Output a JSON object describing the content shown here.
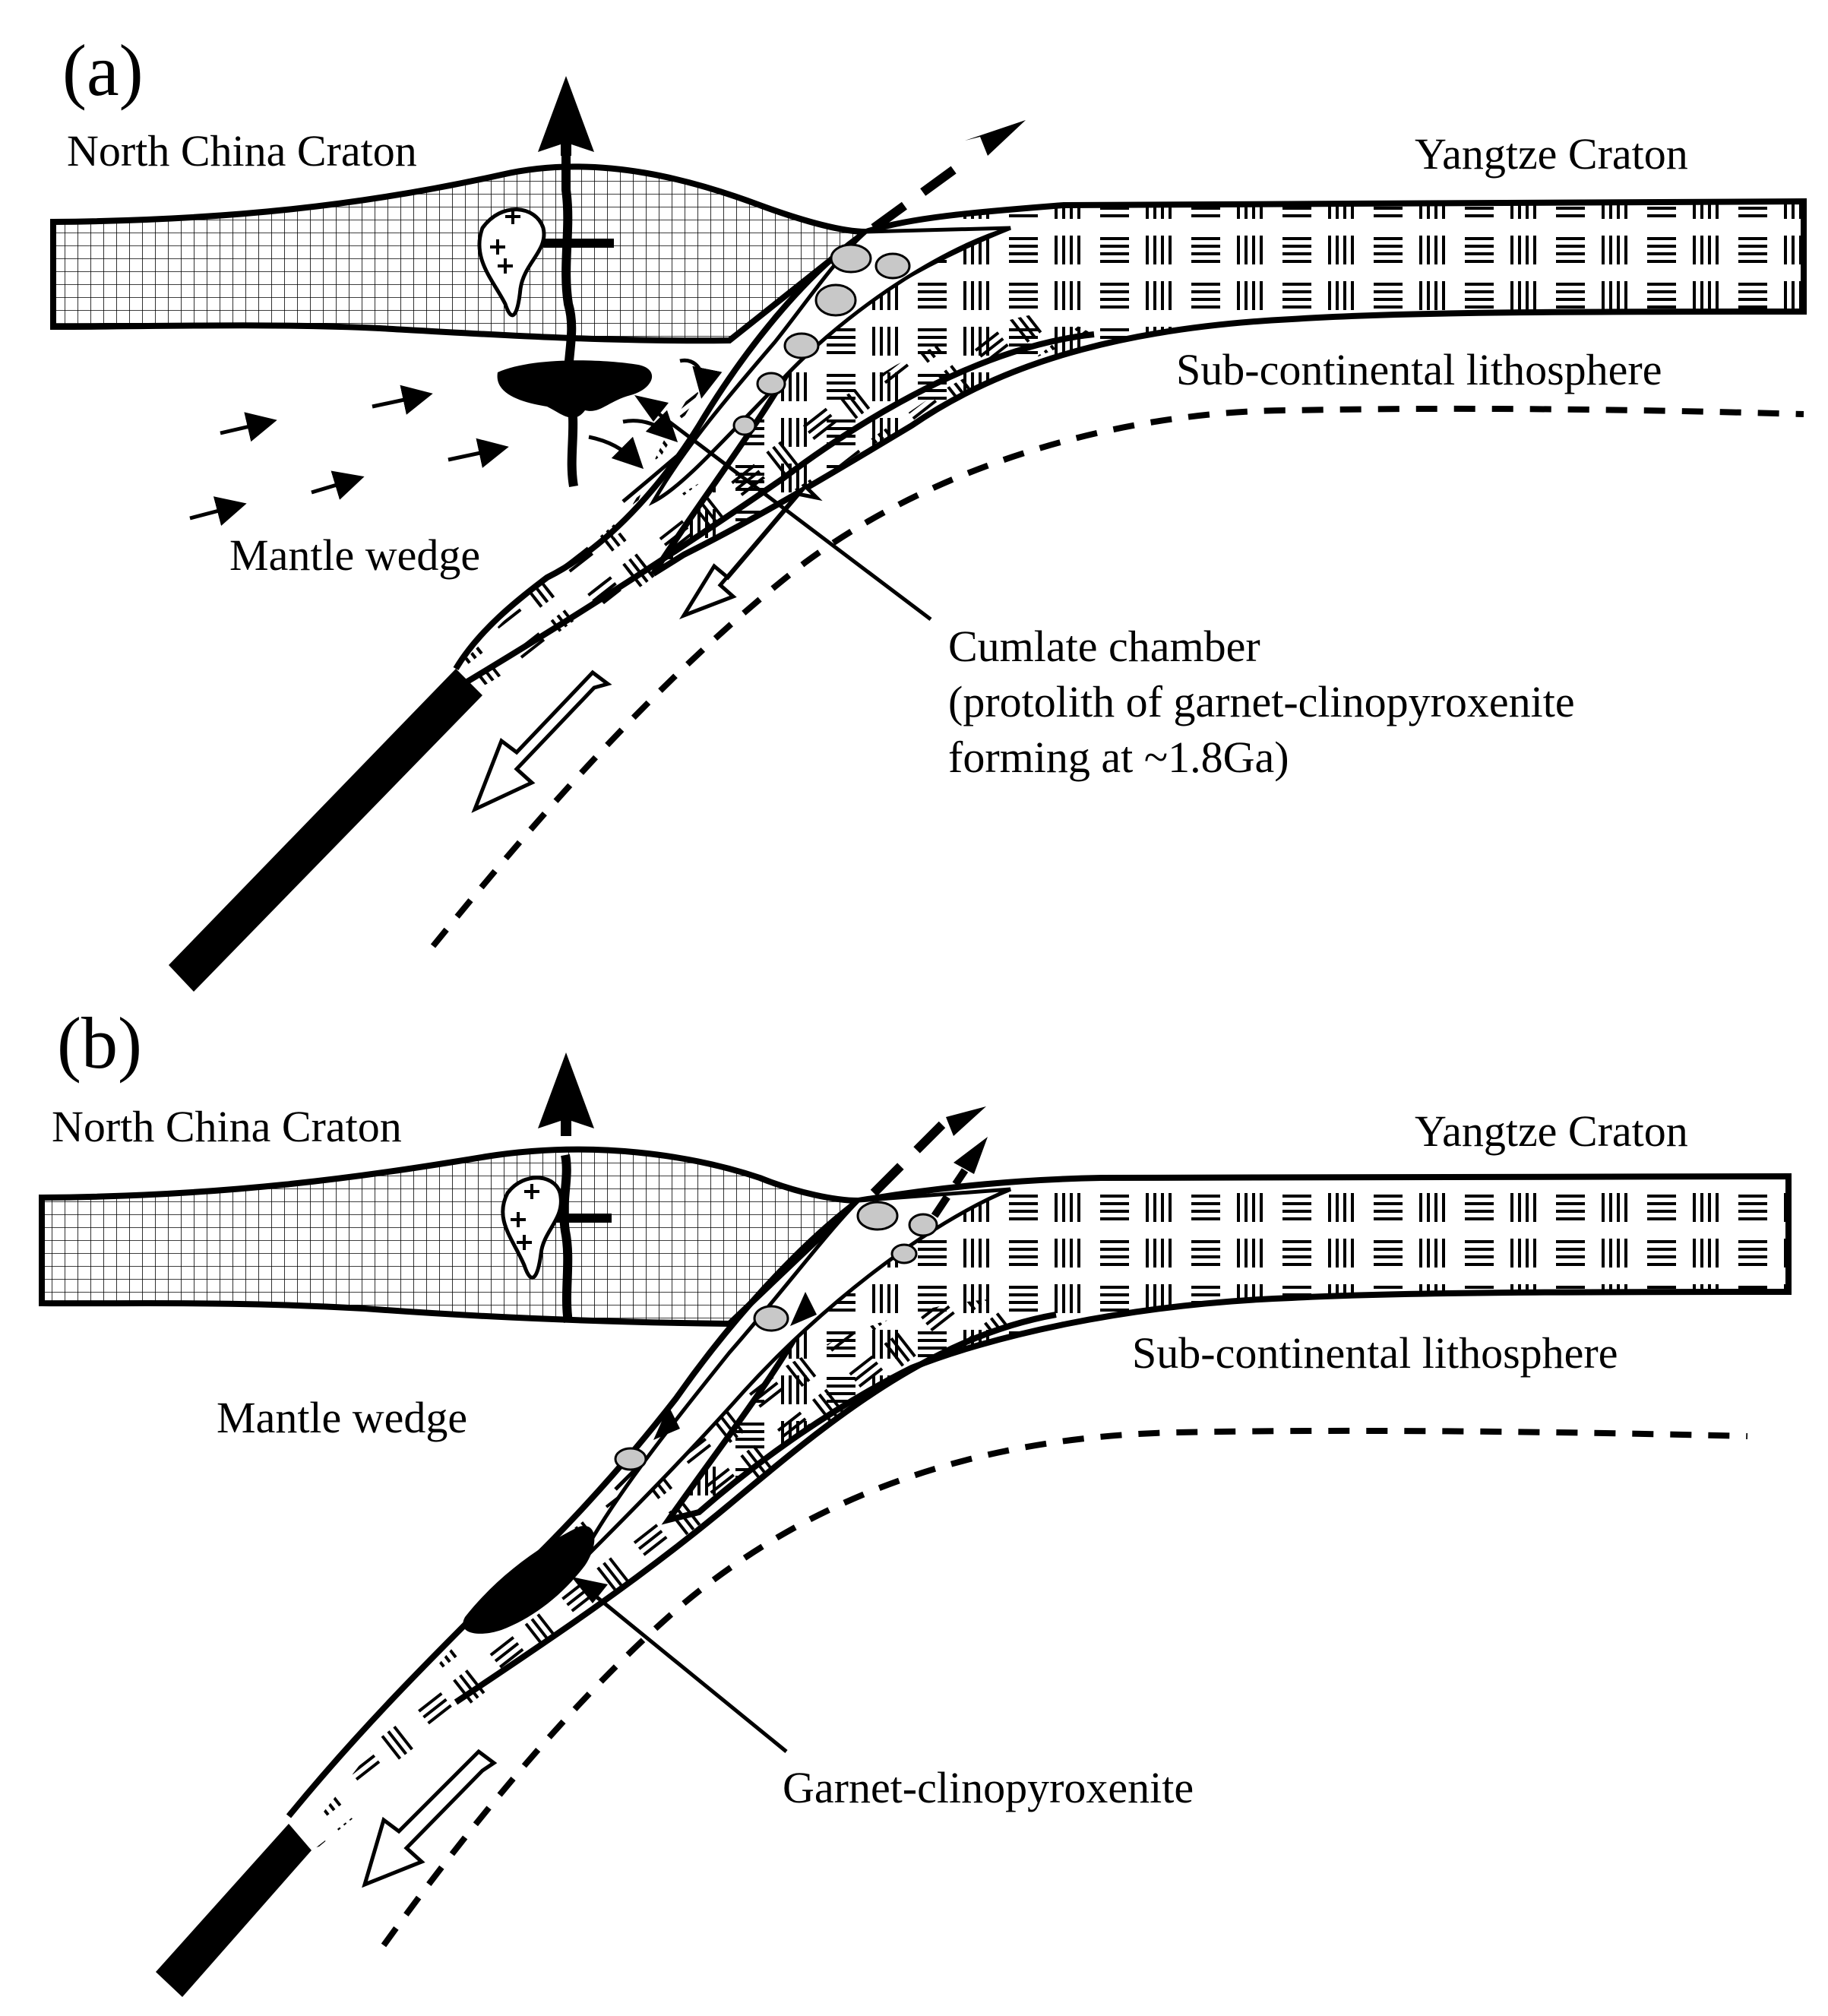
{
  "panel_a": {
    "label": "(a)",
    "north_china_craton": "North China Craton",
    "yangtze_craton": "Yangtze Craton",
    "sub_continental": "Sub-continental lithosphere",
    "mantle_wedge": "Mantle wedge",
    "cumulate_line1": "Cumlate chamber",
    "cumulate_line2": "(protolith of garnet-clinopyroxenite",
    "cumulate_line3": "forming at ~1.8Ga)"
  },
  "panel_b": {
    "label": "(b)",
    "north_china_craton": "North China Craton",
    "yangtze_craton": "Yangtze Craton",
    "sub_continental": "Sub-continental lithosphere",
    "mantle_wedge": "Mantle wedge",
    "garnet_label": "Garnet-clinopyroxenite"
  },
  "colors": {
    "ink": "#000000",
    "background": "#ffffff",
    "xenolith_fill": "#c8c8c8"
  }
}
